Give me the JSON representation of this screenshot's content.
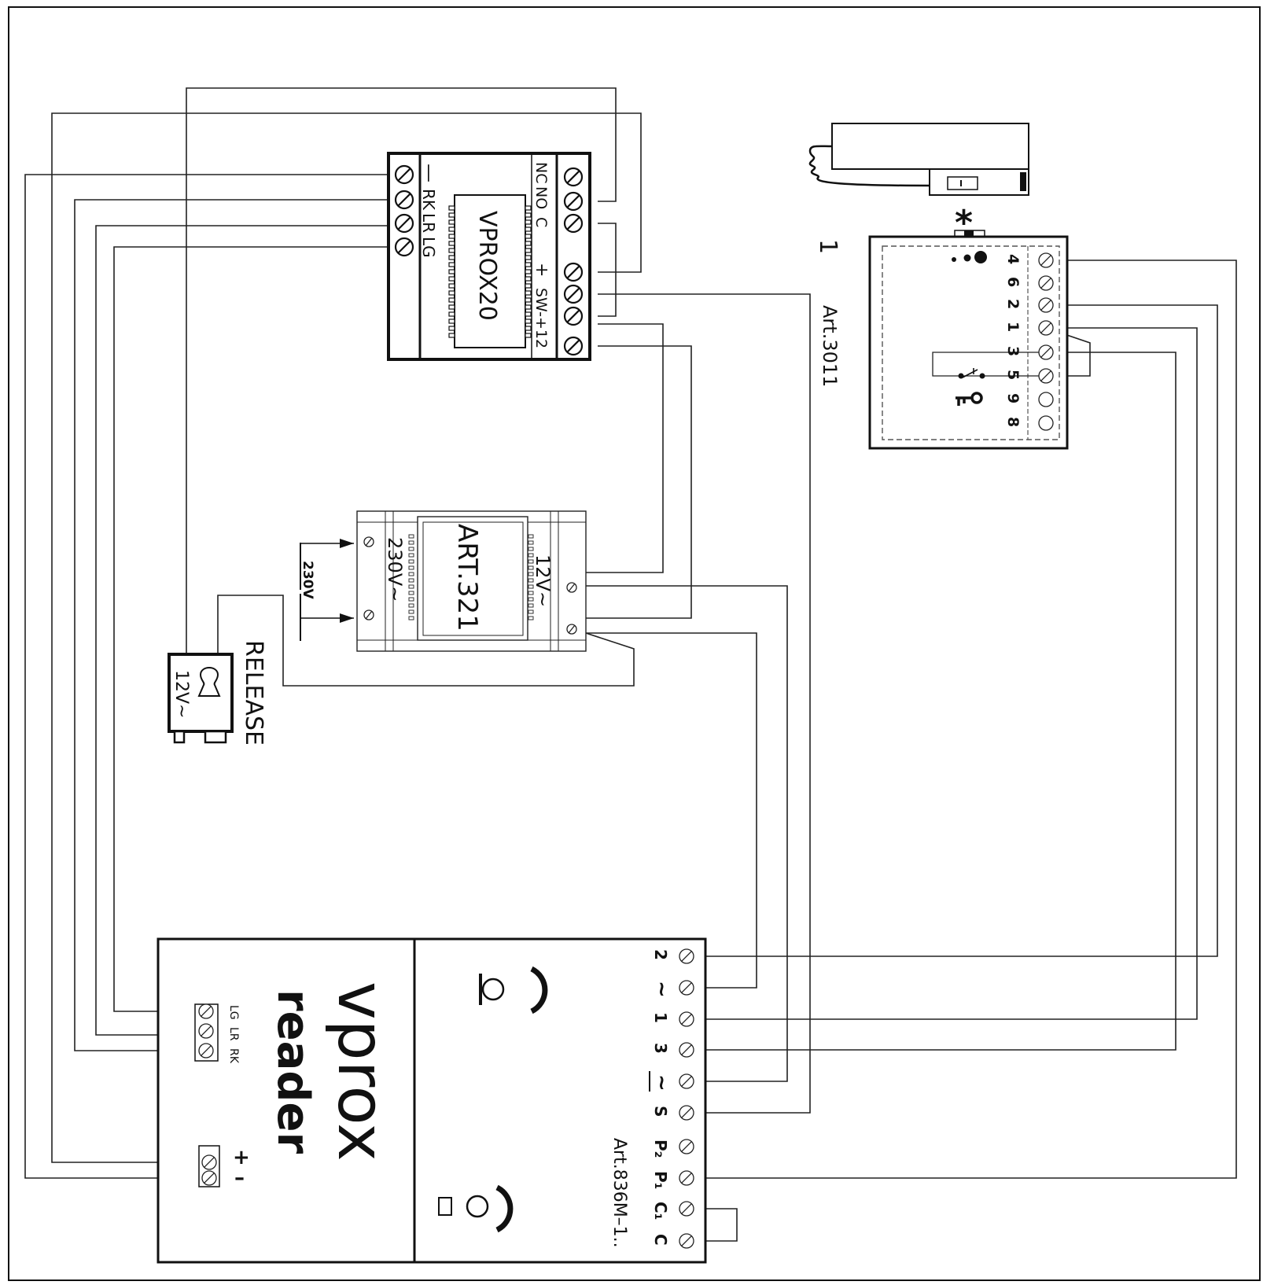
{
  "vprox20": {
    "name": "VPROX20",
    "left_terminals": [
      "—",
      "RK",
      "LR",
      "LG"
    ],
    "right_terminals": [
      "NC",
      "NO",
      "C",
      "+",
      "SW-",
      "+12"
    ]
  },
  "transformer": {
    "name": "ART.321",
    "primary": "230V~",
    "secondary": "12V~",
    "mains_label": "230V"
  },
  "lock": {
    "label": "RELEASE",
    "voltage": "12V~"
  },
  "phone": {
    "model": "Art.3011",
    "asterisk": "*",
    "number": "1",
    "terminals": [
      "4",
      "6",
      "2",
      "1",
      "3",
      "5",
      "9",
      "8"
    ]
  },
  "reader": {
    "brand": "vprox",
    "word": "reader",
    "terminals_top": [
      "LG",
      "LR",
      "RK"
    ],
    "power_terminals": [
      "+",
      "–"
    ]
  },
  "door_panel": {
    "model": "Art.836M–1..",
    "terminals": [
      "2",
      "~",
      "1",
      "3",
      "~",
      "S",
      "P₂",
      "P₁",
      "C₁",
      "C"
    ]
  }
}
